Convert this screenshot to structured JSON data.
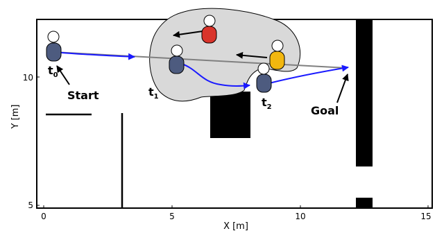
{
  "axes": {
    "xlabel": "X [m]",
    "ylabel": "Y [m]",
    "xticks": [
      "0",
      "5",
      "10",
      "15"
    ],
    "yticks": [
      "5",
      "10"
    ]
  },
  "annotations": {
    "t0": "t",
    "t0_sub": "0",
    "t1": "t",
    "t1_sub": "1",
    "t2": "t",
    "t2_sub": "2",
    "start": "Start",
    "goal": "Goal"
  },
  "colors": {
    "robot": "#4d5b7f",
    "pedestrian_red": "#d9342b",
    "pedestrian_yellow": "#f2b70f",
    "planned_path": "#1a1aff",
    "straight_line": "#808080",
    "crowd_region": "#d9d9d9",
    "obstacle": "#000000"
  }
}
